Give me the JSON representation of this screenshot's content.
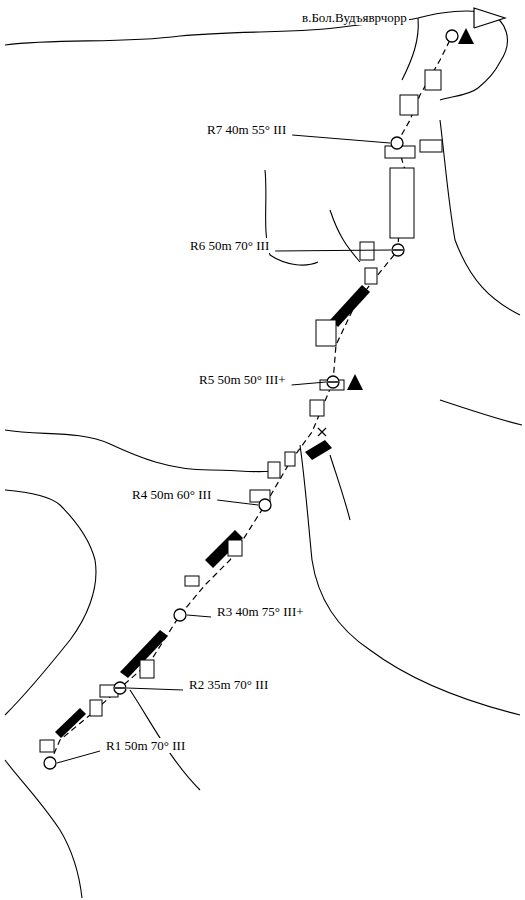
{
  "diagram": {
    "labels": [
      "в.Бол.Вудъяврчорр",
      "R7 40m 55° III",
      "R6 50m 70° III",
      "R5 50m 50° III+",
      "R4 50m 60° III",
      "R3 40m 75° III+",
      "R2 35m 70° III",
      "R1 50m 70° III"
    ]
  }
}
